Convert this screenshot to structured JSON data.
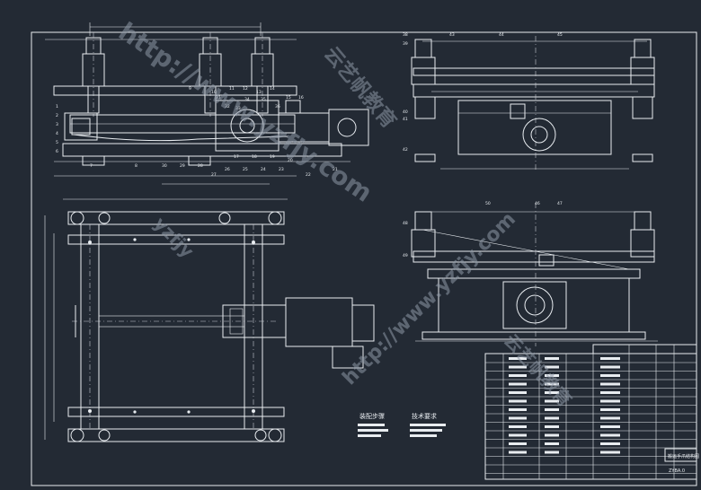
{
  "drawing": {
    "notes_title_left": "装配步骤",
    "notes_title_right": "技术要求",
    "title_block_name": "搬运手爪结构图",
    "title_block_code": "ZYBA.0"
  },
  "callouts": {
    "front": [
      "1",
      "2",
      "3",
      "4",
      "5",
      "6",
      "7",
      "8",
      "9",
      "10",
      "11",
      "12",
      "13",
      "14",
      "15",
      "16",
      "17",
      "18",
      "19",
      "20",
      "21",
      "22",
      "23",
      "24",
      "25",
      "26",
      "27",
      "28",
      "29",
      "30",
      "31",
      "32",
      "33",
      "34",
      "35",
      "36"
    ],
    "side": [
      "38",
      "39",
      "40",
      "41",
      "42",
      "43",
      "44",
      "45",
      "46",
      "47",
      "48",
      "49",
      "50"
    ]
  },
  "watermarks": [
    "http://www.yzfjy.com",
    "云艺帆教育",
    "yzfjy",
    "http://www.yzfjy.com",
    "云艺帆教育"
  ],
  "colors": {
    "background": "#232a34",
    "lines": "#e8ecf0",
    "watermark": "#8e98a6"
  }
}
